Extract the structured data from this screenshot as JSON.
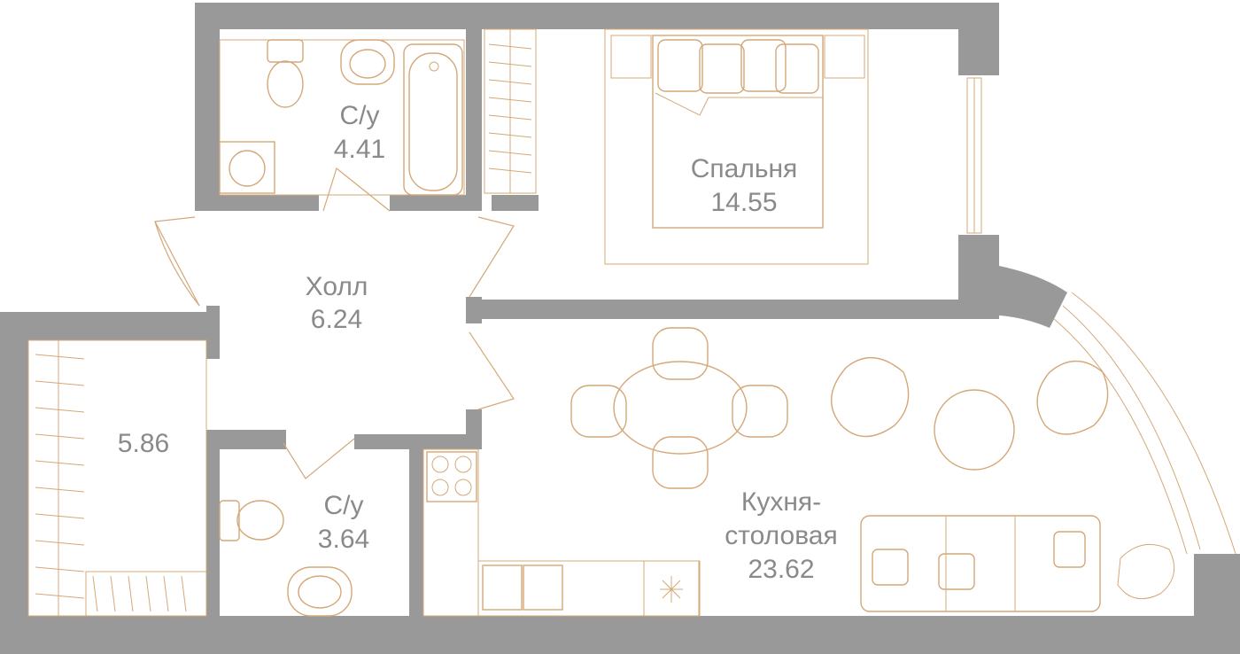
{
  "rooms": {
    "bathroom_top": {
      "name": "С/у",
      "area": "4.41"
    },
    "bedroom": {
      "name": "Спальня",
      "area": "14.55"
    },
    "hall": {
      "name": "Холл",
      "area": "6.24"
    },
    "closet": {
      "area": "5.86"
    },
    "bathroom_bottom": {
      "name": "С/у",
      "area": "3.64"
    },
    "kitchen": {
      "name_line1": "Кухня-",
      "name_line2": "столовая",
      "area": "23.62"
    }
  },
  "colors": {
    "wall": "#999999",
    "furniture": "#d4a878",
    "text": "#8a8a8a"
  }
}
